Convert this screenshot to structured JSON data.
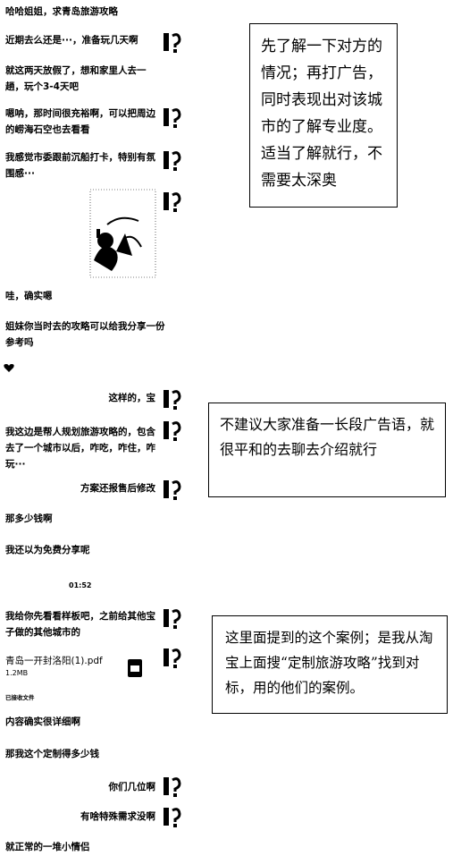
{
  "chat": {
    "m1": "哈哈姐姐，求青岛旅游攻略",
    "m2": "近期去么还是···，准备玩几天啊",
    "m3": "就这两天放假了，想和家里人去一趟，玩个3-4天吧",
    "m4": "嗯呐，那时间很充裕啊，可以把周边的崂海石空也去看看",
    "m5": "我感觉市委跟前沉船打卡，特别有氛围感···",
    "m6": "哇，确实嗯",
    "m7": "姐妹你当时去的攻略可以给我分享一份参考吗",
    "m8": "这样的，宝",
    "m9": "我这边是帮人规划旅游攻略的，包含去了一个城市以后，咋吃，咋住，咋玩···",
    "m10": "方案还报售后修改",
    "m11": "那多少钱啊",
    "m12": "我还以为免费分享呢",
    "time": "01:52",
    "m13": "我给你先看看样板吧，之前给其他宝子做的其他城市的",
    "file_name": "青岛一开封洛阳(1).pdf",
    "file_size": "1.2MB",
    "file_status": "已接收文件",
    "m14": "内容确实很详细啊",
    "m15": "那我这个定制得多少钱",
    "m16": "你们几位啊",
    "m17": "有啥特殊需求没啊",
    "m18": "就正常的一堆小情侣"
  },
  "notes": {
    "n1": "先了解一下对方的情况；再打广告，同时表现出对该城市的了解专业度。适当了解就行，不需要太深奥",
    "n2": "不建议大家准备一长段广告语，就很平和的去聊去介绍就行",
    "n3": "这里面提到的这个案例；是我从淘宝上面搜“定制旅游攻略”找到对标，用的他们的案例。"
  }
}
